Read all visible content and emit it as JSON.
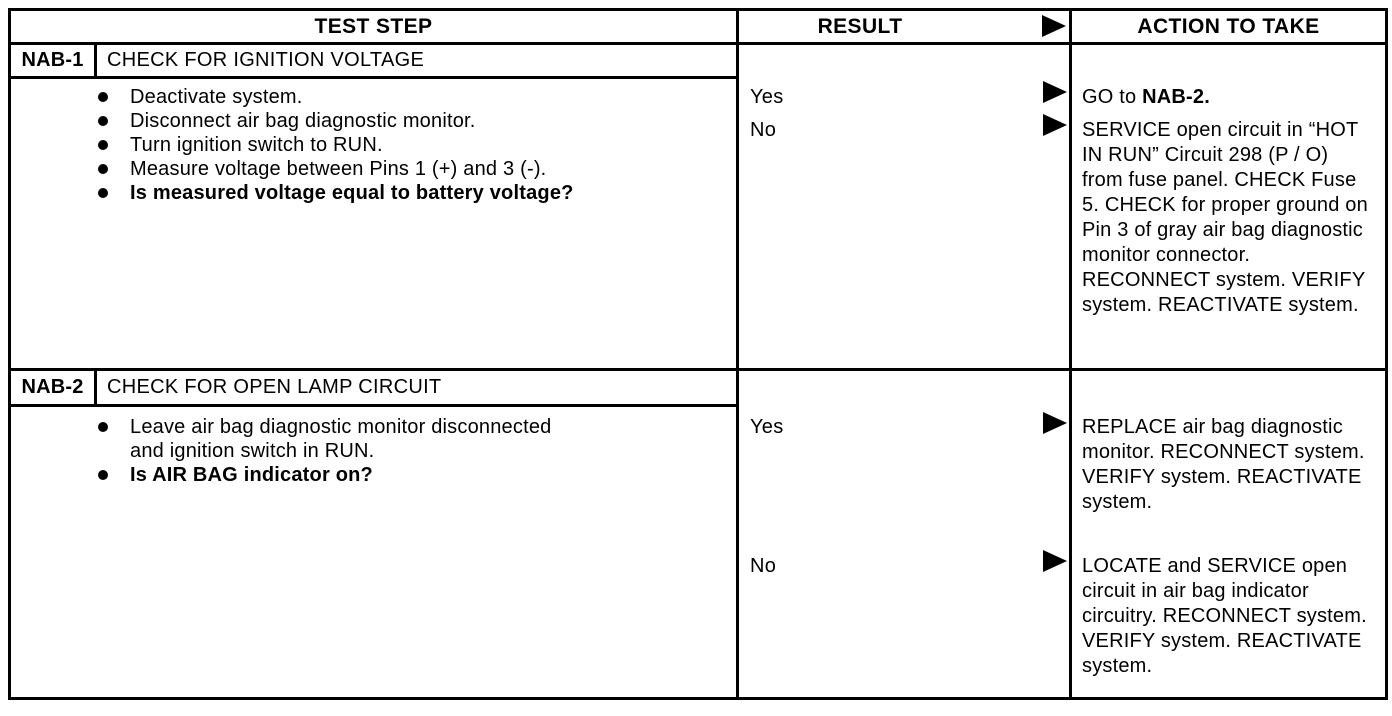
{
  "colors": {
    "ink": "#000000",
    "paper": "#ffffff"
  },
  "icons": {
    "result_arrow": "right-triangle"
  },
  "header": {
    "test_step": "TEST STEP",
    "result": "RESULT",
    "action_to_take": "ACTION TO TAKE"
  },
  "steps": [
    {
      "id": "NAB-1",
      "title": "CHECK FOR IGNITION VOLTAGE",
      "bullets": [
        "Deactivate system.",
        "Disconnect air bag diagnostic monitor.",
        "Turn ignition switch to RUN.",
        "Measure voltage between Pins 1 (+) and 3 (-).",
        "Is measured voltage equal to battery voltage?"
      ],
      "results": [
        {
          "label": "Yes",
          "action_prefix": "GO to",
          "action_target": "NAB-2."
        },
        {
          "label": "No",
          "action": "SERVICE open circuit in “HOT IN RUN” Circuit 298 (P / O) from fuse panel. CHECK Fuse 5. CHECK for proper ground on Pin 3 of gray air bag diagnostic monitor connector. RECONNECT system. VERIFY system. REACTIVATE system."
        }
      ]
    },
    {
      "id": "NAB-2",
      "title": "CHECK FOR OPEN LAMP CIRCUIT",
      "bullets": [
        "Leave air bag diagnostic monitor disconnected and ignition switch in RUN.",
        "Is AIR BAG indicator on?"
      ],
      "results": [
        {
          "label": "Yes",
          "action": "REPLACE air bag diagnostic monitor. RECONNECT system. VERIFY system. REACTIVATE system."
        },
        {
          "label": "No",
          "action": "LOCATE and SERVICE open circuit in air bag indicator circuitry. RECONNECT system. VERIFY system. REACTIVATE system."
        }
      ]
    }
  ]
}
